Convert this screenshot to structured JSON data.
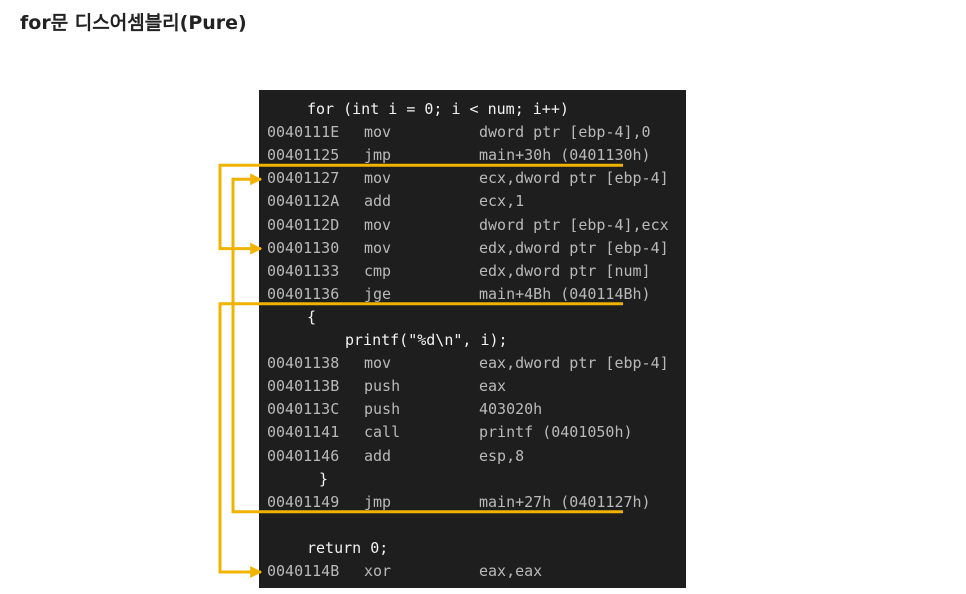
{
  "title": "for문 디스어셈블리(Pure)",
  "colors": {
    "panel_bg": "#1e1e1e",
    "asm_text": "#b9b9b9",
    "source_text": "#f2f2f2",
    "arrow": "#f0b400"
  },
  "lines": [
    {
      "kind": "source",
      "text": "for (int i = 0; i < num; i++)"
    },
    {
      "kind": "asm",
      "addr": "0040111E",
      "op": "mov",
      "arg": "dword ptr [ebp-4],0"
    },
    {
      "kind": "asm",
      "addr": "00401125",
      "op": "jmp",
      "arg": "main+30h (0401130h)"
    },
    {
      "kind": "asm",
      "addr": "00401127",
      "op": "mov",
      "arg": "ecx,dword ptr [ebp-4]"
    },
    {
      "kind": "asm",
      "addr": "0040112A",
      "op": "add",
      "arg": "ecx,1"
    },
    {
      "kind": "asm",
      "addr": "0040112D",
      "op": "mov",
      "arg": "dword ptr [ebp-4],ecx"
    },
    {
      "kind": "asm",
      "addr": "00401130",
      "op": "mov",
      "arg": "edx,dword ptr [ebp-4]"
    },
    {
      "kind": "asm",
      "addr": "00401133",
      "op": "cmp",
      "arg": "edx,dword ptr [num]"
    },
    {
      "kind": "asm",
      "addr": "00401136",
      "op": "jge",
      "arg": "main+4Bh (040114Bh)"
    },
    {
      "kind": "source",
      "text": "{"
    },
    {
      "kind": "source",
      "text": "printf(\"%d\\n\", i);"
    },
    {
      "kind": "asm",
      "addr": "00401138",
      "op": "mov",
      "arg": "eax,dword ptr [ebp-4]"
    },
    {
      "kind": "asm",
      "addr": "0040113B",
      "op": "push",
      "arg": "eax"
    },
    {
      "kind": "asm",
      "addr": "0040113C",
      "op": "push",
      "arg": "403020h"
    },
    {
      "kind": "asm",
      "addr": "00401141",
      "op": "call",
      "arg": "printf (0401050h)"
    },
    {
      "kind": "asm",
      "addr": "00401146",
      "op": "add",
      "arg": "esp,8"
    },
    {
      "kind": "source",
      "text": "}"
    },
    {
      "kind": "asm",
      "addr": "00401149",
      "op": "jmp",
      "arg": "main+27h (0401127h)"
    },
    {
      "kind": "blank"
    },
    {
      "kind": "source",
      "text": "return 0;"
    },
    {
      "kind": "asm",
      "addr": "0040114B",
      "op": "xor",
      "arg": "eax,eax"
    }
  ],
  "jumps": [
    {
      "from": "00401125",
      "to": "00401130"
    },
    {
      "from": "00401136",
      "to": "0040114B"
    },
    {
      "from": "00401149",
      "to": "00401127"
    }
  ]
}
